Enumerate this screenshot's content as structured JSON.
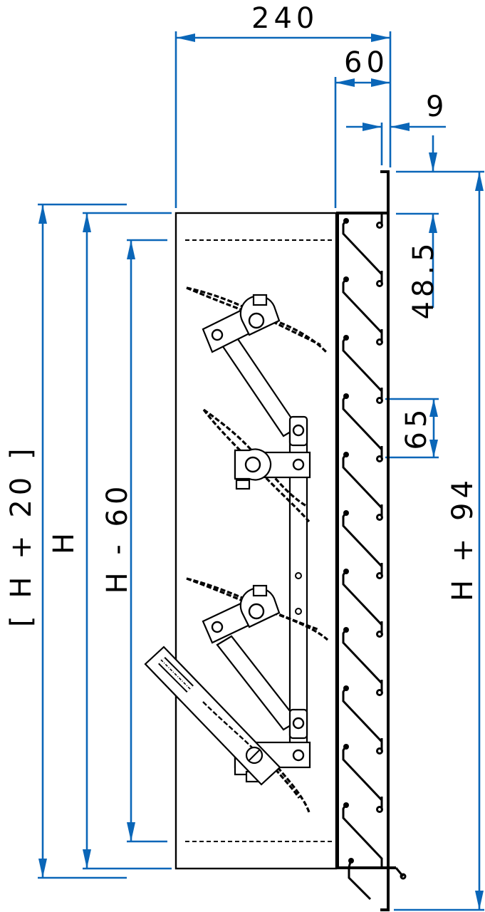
{
  "drawing": {
    "title": "Damper side view dimension drawing",
    "colors": {
      "dimension": "#0a66b8",
      "outline": "#000000",
      "background": "#ffffff"
    }
  },
  "dimensions": {
    "overall_depth": "240",
    "frame_depth": "60",
    "flange": "9",
    "top_offset": "48.5",
    "blade_pitch": "65",
    "overall_height": "H + 94",
    "nominal_plus": "[ H + 20 ]",
    "nominal": "H",
    "inner": "H - 60"
  },
  "components": {
    "linkage_cranks": 4,
    "grille_blades": 12,
    "actuator_arm": "handle-lever"
  }
}
